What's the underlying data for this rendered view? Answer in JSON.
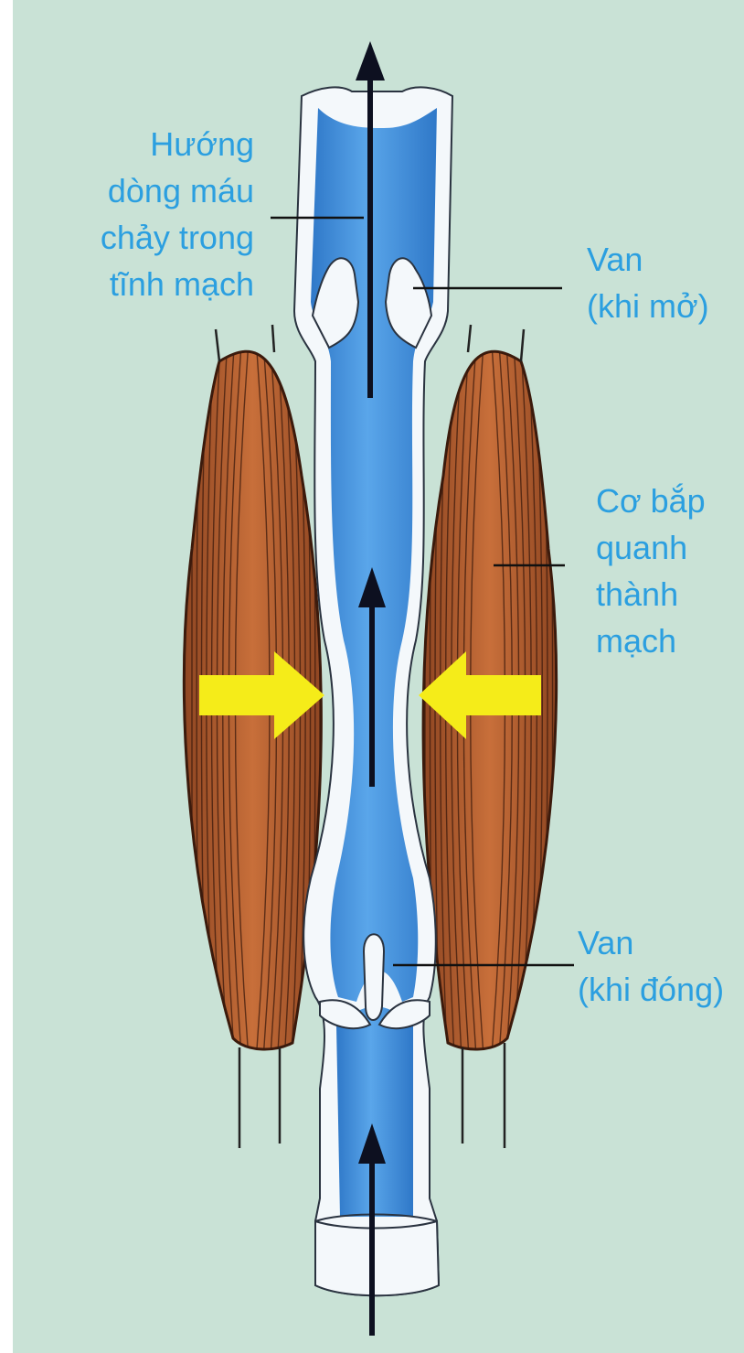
{
  "colors": {
    "background": "#c9e2d6",
    "label_text": "#2b9fe0",
    "vein_fill": "#3f8fdc",
    "vein_wall": "#f4f8fb",
    "muscle": "#b9622f",
    "muscle_stroke": "#3b1a0c",
    "pressure_arrow": "#f5ec19",
    "flow_arrow": "#0d1020"
  },
  "labels": {
    "flow_direction": [
      "Hướng",
      "dòng máu",
      "chảy trong",
      "tĩnh mạch"
    ],
    "valve_open": [
      "Van",
      "(khi mở)"
    ],
    "muscle": [
      "Cơ bắp",
      "quanh",
      "thành",
      "mạch"
    ],
    "valve_closed": [
      "Van",
      "(khi đóng)"
    ]
  }
}
